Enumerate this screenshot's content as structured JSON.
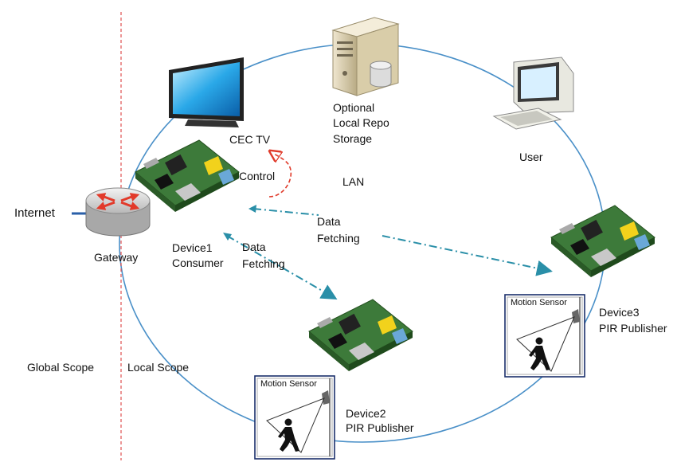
{
  "labels": {
    "internet": "Internet",
    "gateway": "Gateway",
    "global_scope": "Global Scope",
    "local_scope": "Local Scope",
    "cec_tv": "CEC TV",
    "repo_line1": "Optional",
    "repo_line2": "Local Repo",
    "repo_line3": "Storage",
    "user": "User",
    "lan": "LAN",
    "control": "Control",
    "data_fetching_1_line1": "Data",
    "data_fetching_1_line2": "Fetching",
    "data_fetching_2_line1": "Data",
    "data_fetching_2_line2": "Fetching",
    "device1_line1": "Device1",
    "device1_line2": "Consumer",
    "device2_line1": "Device2",
    "device2_line2": "PIR Publisher",
    "device3_line1": "Device3",
    "device3_line2": "PIR Publisher",
    "motion_sensor_2": "Motion Sensor",
    "motion_sensor_3": "Motion Sensor"
  },
  "icons": [
    "router-icon",
    "tv-icon",
    "server-icon",
    "computer-icon",
    "board-icon",
    "motion-sensor-icon",
    "walking-person-icon"
  ],
  "colors": {
    "ring": "#4a90c8",
    "scope_divider": "#e05050",
    "control_arrow": "#e03a2a",
    "data_arrow": "#2a8fa8",
    "board_green": "#3d7a3a",
    "router_red": "#e23a2a"
  }
}
